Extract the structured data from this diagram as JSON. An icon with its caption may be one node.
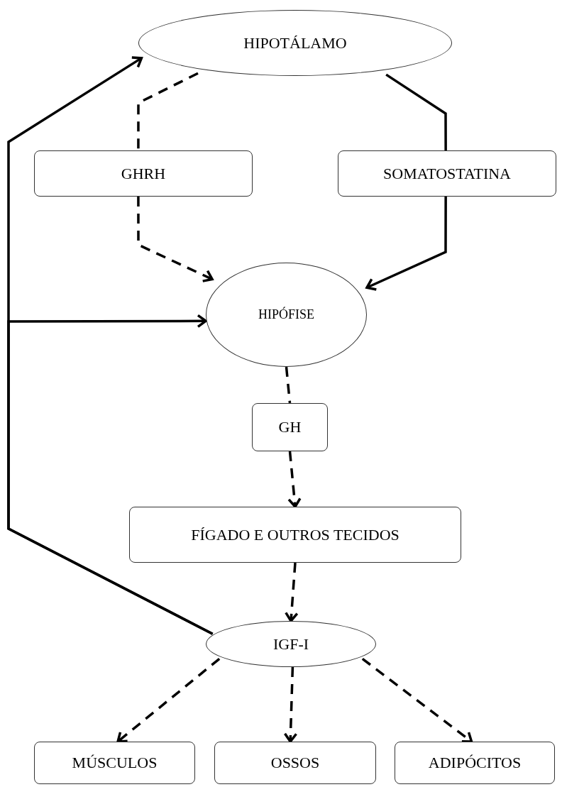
{
  "diagram": {
    "nodes": [
      {
        "text": [
          "HIPOTÁLAMO"
        ]
      },
      {
        "text": [
          "GHRH"
        ]
      },
      {
        "text": [
          "SOMATOSTATINA"
        ]
      },
      {
        "text": [
          "HIPÓFISE"
        ]
      },
      {
        "text": [
          "GH"
        ]
      },
      {
        "text": [
          "FÍGADO E OUTROS TECIDOS"
        ]
      },
      {
        "text": [
          "IGF-I"
        ]
      },
      {
        "text": [
          "MÚSCULOS"
        ]
      },
      {
        "text": [
          "OSSOS"
        ]
      },
      {
        "text": [
          "ADIPÓCITOS"
        ]
      }
    ],
    "edges": [
      {
        "from": 0,
        "to": 1,
        "arrow": "none",
        "style": "dashed"
      },
      {
        "from": 1,
        "to": 3,
        "arrow": "to",
        "style": "dashed"
      },
      {
        "from": 0,
        "to": 2,
        "arrow": "none"
      },
      {
        "from": 2,
        "to": 3,
        "arrow": "to"
      },
      {
        "from": 6,
        "to": 0,
        "arrow": "to"
      },
      {
        "from": 6,
        "to": 3,
        "arrow": "to"
      },
      {
        "from": 3,
        "to": 4,
        "arrow": "none",
        "style": "dashed"
      },
      {
        "from": 4,
        "to": 5,
        "arrow": "to",
        "style": "dashed"
      },
      {
        "from": 5,
        "to": 6,
        "arrow": "to",
        "style": "dashed"
      },
      {
        "from": 6,
        "to": 7,
        "arrow": "to",
        "style": "dashed"
      },
      {
        "from": 6,
        "to": 8,
        "arrow": "to",
        "style": "dashed"
      },
      {
        "from": 6,
        "to": 9,
        "arrow": "to",
        "style": "dashed"
      }
    ]
  }
}
